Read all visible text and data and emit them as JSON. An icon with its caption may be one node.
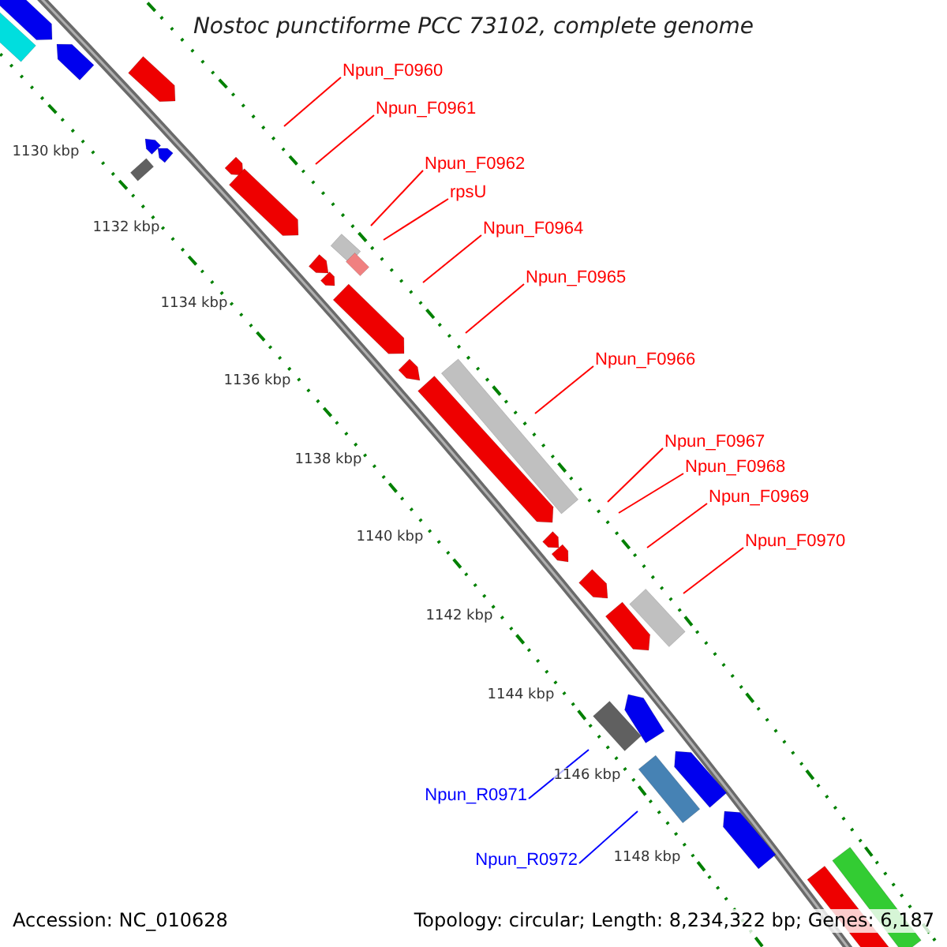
{
  "diagram": {
    "title": "Nostoc punctiforme PCC 73102, complete genome",
    "nodes": [
      {
        "text": [
          "Npun_F0960"
        ]
      },
      {
        "text": [
          "Npun_F0961"
        ]
      },
      {
        "text": [
          "Npun_F0962"
        ]
      },
      {
        "text": [
          "rpsU"
        ]
      },
      {
        "text": [
          "Npun_F0964"
        ]
      },
      {
        "text": [
          "Npun_F0965"
        ]
      },
      {
        "text": [
          "Npun_F0966"
        ]
      },
      {
        "text": [
          "Npun_F0967"
        ]
      },
      {
        "text": [
          "Npun_F0968"
        ]
      },
      {
        "text": [
          "Npun_F0969"
        ]
      },
      {
        "text": [
          "Npun_F0970"
        ]
      },
      {
        "text": [
          "Npun_R0971"
        ]
      },
      {
        "text": [
          "Npun_R0972"
        ]
      }
    ],
    "edges": [
      {
        "from": 0,
        "to": null,
        "arrow": "none"
      },
      {
        "from": 1,
        "to": null,
        "arrow": "none"
      },
      {
        "from": 2,
        "to": null,
        "arrow": "none"
      },
      {
        "from": 3,
        "to": null,
        "arrow": "none"
      },
      {
        "from": 4,
        "to": null,
        "arrow": "none"
      },
      {
        "from": 5,
        "to": null,
        "arrow": "none"
      },
      {
        "from": 6,
        "to": null,
        "arrow": "none"
      },
      {
        "from": 7,
        "to": null,
        "arrow": "none"
      },
      {
        "from": 8,
        "to": null,
        "arrow": "none"
      },
      {
        "from": 9,
        "to": null,
        "arrow": "none"
      },
      {
        "from": 10,
        "to": null,
        "arrow": "none"
      },
      {
        "from": 11,
        "to": null,
        "arrow": "none",
        "color": "#0000ff"
      },
      {
        "from": 12,
        "to": null,
        "arrow": "none",
        "color": "#0000ff"
      }
    ],
    "labels": [
      "1130 kbp",
      "1132 kbp",
      "1134 kbp",
      "1136 kbp",
      "1138 kbp",
      "1140 kbp",
      "1142 kbp",
      "1144 kbp",
      "1146 kbp",
      "1148 kbp",
      "Accession: NC_010628",
      "Topology: circular; Length: 8,234,322 bp; Genes: 6,187"
    ]
  }
}
